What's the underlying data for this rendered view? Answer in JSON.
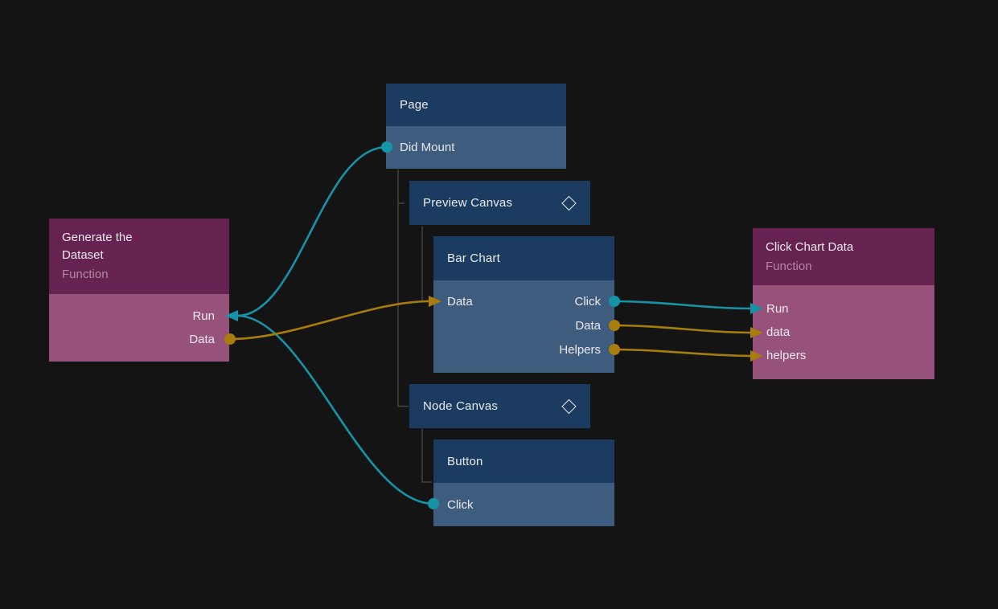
{
  "app": {
    "view": "node-graph-canvas"
  },
  "colors": {
    "background": "#141414",
    "component_header": "#1b3c60",
    "component_row": "#3e5c7e",
    "function_header": "#662351",
    "function_body": "#96527b",
    "signal_wire": "#1793a7",
    "data_wire": "#a87d0b",
    "tree_line": "#4e4e4e",
    "title_text": "#ece9ec",
    "subtitle_text": "#b587a4"
  },
  "nodes": {
    "page": {
      "title": "Page",
      "rows": [
        {
          "label": "Did Mount",
          "port": "signal-out"
        }
      ]
    },
    "preview_canvas": {
      "title": "Preview Canvas",
      "icon": "diamond"
    },
    "bar_chart": {
      "title": "Bar Chart",
      "inputs": [
        {
          "label": "Data",
          "port": "data-in"
        }
      ],
      "outputs": [
        {
          "label": "Click",
          "port": "signal-out"
        },
        {
          "label": "Data",
          "port": "data-out"
        },
        {
          "label": "Helpers",
          "port": "data-out"
        }
      ]
    },
    "node_canvas": {
      "title": "Node Canvas",
      "icon": "diamond"
    },
    "button": {
      "title": "Button",
      "rows": [
        {
          "label": "Click",
          "port": "signal-out"
        }
      ]
    },
    "generate_dataset": {
      "title": "Generate the Dataset",
      "subtitle": "Function",
      "ports": [
        {
          "label": "Run",
          "port": "signal-in"
        },
        {
          "label": "Data",
          "port": "data-out"
        }
      ]
    },
    "click_chart_data": {
      "title": "Click Chart Data",
      "subtitle": "Function",
      "ports": [
        {
          "label": "Run",
          "port": "signal-in"
        },
        {
          "label": "data",
          "port": "data-in"
        },
        {
          "label": "helpers",
          "port": "data-in"
        }
      ]
    }
  },
  "edges": [
    {
      "from": "Page.Did Mount",
      "to": "Generate the Dataset.Run",
      "type": "signal"
    },
    {
      "from": "Button.Click",
      "to": "Generate the Dataset.Run",
      "type": "signal"
    },
    {
      "from": "Generate the Dataset.Data",
      "to": "Bar Chart.Data",
      "type": "data"
    },
    {
      "from": "Bar Chart.Click",
      "to": "Click Chart Data.Run",
      "type": "signal"
    },
    {
      "from": "Bar Chart.Data",
      "to": "Click Chart Data.data",
      "type": "data"
    },
    {
      "from": "Bar Chart.Helpers",
      "to": "Click Chart Data.helpers",
      "type": "data"
    }
  ]
}
